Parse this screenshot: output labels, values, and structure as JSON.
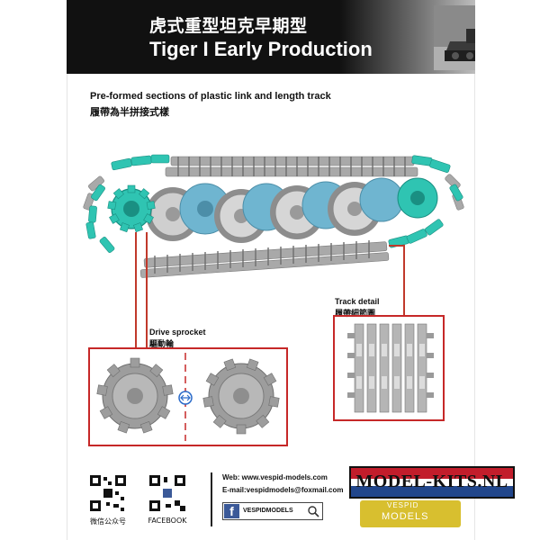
{
  "header": {
    "title_cn": "虎式重型坦克早期型",
    "title_en": "Tiger I Early Production"
  },
  "subheading": {
    "en": "Pre-formed sections of plastic link and length track",
    "cn": "履帶為半拼接式樣"
  },
  "callouts": {
    "track_detail_en": "Track detail",
    "track_detail_cn": "履帶細節圖",
    "drive_sprocket_en": "Drive sprocket",
    "drive_sprocket_cn": "驅動輪"
  },
  "footer": {
    "wechat_label": "微信公众号",
    "facebook_label": "FACEBOOK",
    "web": "Web: www.vespid-models.com",
    "email": "E-mail:vespidmodels@foxmail.com",
    "fb_handle": "VESPIDMODELS",
    "fb_glyph": "f"
  },
  "watermark": {
    "text": "MODEL-KITS.NL"
  },
  "brand": {
    "top": "VESPID",
    "bottom": "MODELS"
  },
  "colors": {
    "header_bg": "#111111",
    "accent_red": "#c62828",
    "teal_part": "#2fc4b2",
    "blue_wheel": "#6fb5d0",
    "grey_part": "#9e9e9e",
    "facebook_blue": "#3b5998",
    "brand_yellow": "#d8bf2f"
  },
  "icons": {
    "search": "search-icon",
    "facebook": "facebook-icon",
    "qr": "qr-code-icon",
    "arrow": "arrow-icon"
  }
}
